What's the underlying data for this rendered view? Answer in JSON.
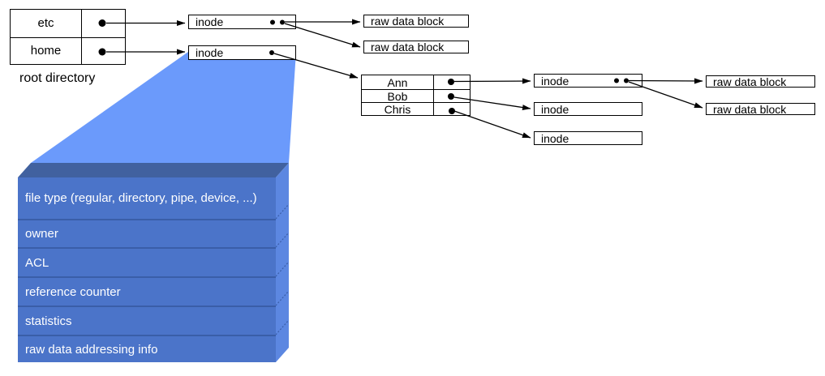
{
  "root_directory": {
    "label": "root directory",
    "rows": [
      "etc",
      "home"
    ]
  },
  "level1": {
    "inodes": [
      "inode",
      "inode"
    ],
    "raw_blocks": [
      "raw data block",
      "raw data block"
    ]
  },
  "home_directory": {
    "rows": [
      "Ann",
      "Bob",
      "Chris"
    ]
  },
  "level2": {
    "inodes": [
      "inode",
      "inode",
      "inode"
    ],
    "raw_blocks": [
      "raw data block",
      "raw data block"
    ]
  },
  "inode_detail": {
    "fields": [
      "file type (regular, directory, pipe, device, ...)",
      "owner",
      "ACL",
      "reference counter",
      "statistics",
      "raw data addressing info"
    ]
  },
  "colors": {
    "beam": "#6B9AFB",
    "inode_face": "#4B74C9",
    "inode_top": "#41619F",
    "inode_side": "#5C87E1",
    "row_separator": "#3A5EA8",
    "detail_text": "#FFFFFF",
    "line": "#000000"
  }
}
